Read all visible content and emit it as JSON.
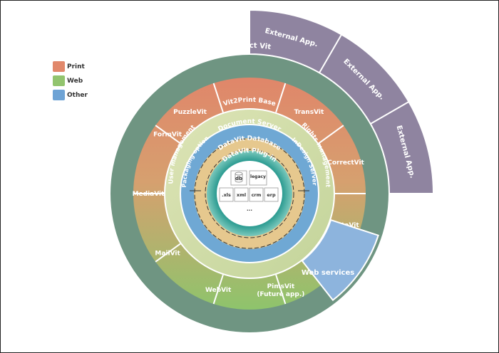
{
  "legend": [
    {
      "label": "Print",
      "color": "#e1886b"
    },
    {
      "label": "Web",
      "color": "#92c46e"
    },
    {
      "label": "Other",
      "color": "#6ea3d5"
    }
  ],
  "external_apps": [
    "External App.",
    "External App.",
    "External App."
  ],
  "rings": {
    "project": "Project Vit",
    "base": "Vit2Print Base",
    "base_left": "User management",
    "base_right": "Rights management",
    "docserver": "Document Server",
    "docserver_left": "Packaging option",
    "docserver_right": "(InDesign Server)",
    "database": "DataVit Database",
    "plugin": "DataVit Plug-in"
  },
  "modules": [
    "PuzzleVit",
    "TransVit",
    "CorrectVit",
    "CataVit",
    "PimsVit",
    "(Future app.)",
    "WebVit",
    "MailVit",
    "MediaVit",
    "FormVit"
  ],
  "web_services": "Web services",
  "center": {
    "db": "db",
    "legacy": "legacy",
    "formats": [
      ".xls",
      "xml",
      "crm",
      "erp"
    ],
    "ellipsis": "..."
  },
  "colors": {
    "project_ring": "#6f9582",
    "external": "#8f84a0",
    "base_ring": "#cfd9a8",
    "docserver_ring": "#6fa8d4",
    "database_ring": "#e6c88e",
    "plugin_ring": "#4aa8a0",
    "web_services": "#8db4dd"
  }
}
